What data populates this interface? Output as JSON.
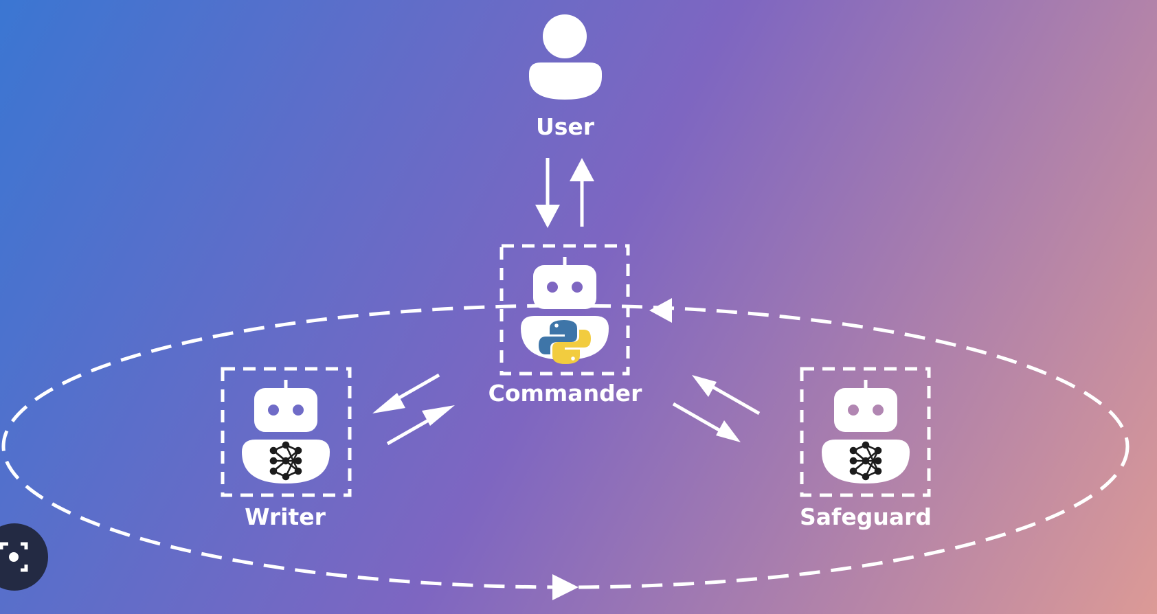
{
  "nodes": {
    "user": {
      "label": "User"
    },
    "commander": {
      "label": "Commander"
    },
    "writer": {
      "label": "Writer"
    },
    "safeguard": {
      "label": "Safeguard"
    }
  },
  "icons": {
    "user": "user-icon",
    "commander": "robot-python-icon",
    "writer": "robot-neural-network-icon",
    "safeguard": "robot-neural-network-icon",
    "overlay_button": "visual-search-camera-icon"
  },
  "colors": {
    "gradient_start": "#3b76d2",
    "gradient_mid": "#7e66c1",
    "gradient_end": "#dc9a96",
    "foreground": "#ffffff",
    "python_blue": "#3e75a8",
    "python_yellow": "#f2cc3f",
    "overlay_button_bg": "#232a43"
  }
}
